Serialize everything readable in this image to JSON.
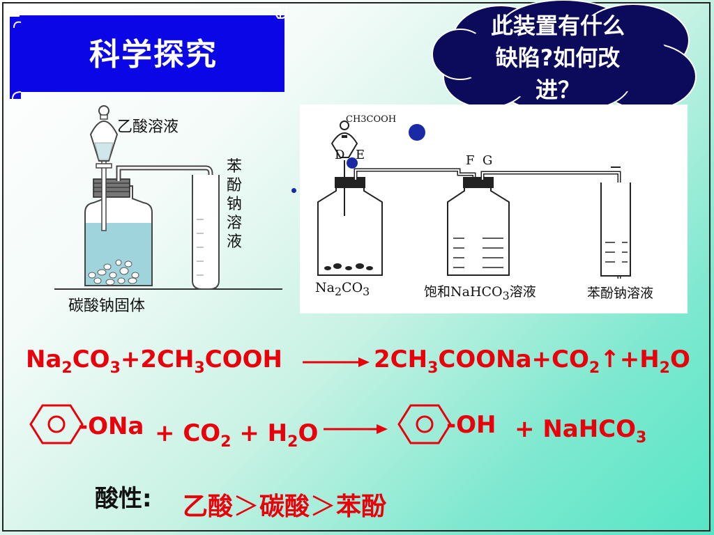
{
  "banner": {
    "title": "科学探究"
  },
  "cloud": {
    "line1": "此装置有什么",
    "line2": "缺陷?如何改",
    "line3": "进？"
  },
  "left_apparatus": {
    "top_label": "乙酸溶液",
    "side_label_chars": [
      "苯",
      "酚",
      "钠",
      "溶",
      "液"
    ],
    "bottom_label": "碳酸钠固体"
  },
  "right_apparatus": {
    "funnel_label": "CH3COOH",
    "valve_labels": {
      "d": "D",
      "e": "E",
      "f": "F",
      "g": "G"
    },
    "flask1_label": {
      "a": "Na",
      "sub1": "2",
      "b": "CO",
      "sub2": "3"
    },
    "flask2_label": {
      "a": "饱和NaHCO",
      "sub": "3",
      "b": "溶液"
    },
    "tube_label": "苯酚钠溶液"
  },
  "equation1": {
    "left": {
      "p1": "Na",
      "s1": "2",
      "p2": "CO",
      "s2": "3",
      "p3": "+2CH",
      "s3": "3",
      "p4": "COOH"
    },
    "right": {
      "p1": "2CH",
      "s1": "3",
      "p2": "COONa+CO",
      "s2": "2",
      "p3": "↑+H",
      "s3": "2",
      "p4": "O"
    }
  },
  "equation2": {
    "reactant": "-ONa",
    "plus1": {
      "p1": "+ CO",
      "s1": "2",
      "p2": " + H",
      "s2": "2",
      "p3": "O"
    },
    "product": "-OH",
    "plus2": {
      "p1": "+ NaHCO",
      "s1": "3"
    }
  },
  "acidity": {
    "label": "酸性:",
    "items": [
      "乙酸",
      "碳酸",
      "苯酚"
    ],
    "separator": "＞"
  },
  "colors": {
    "banner": "#0a06e6",
    "cloud": "#0c0a5a",
    "equation": "#e8000a",
    "dots": "#1a2aa6"
  }
}
